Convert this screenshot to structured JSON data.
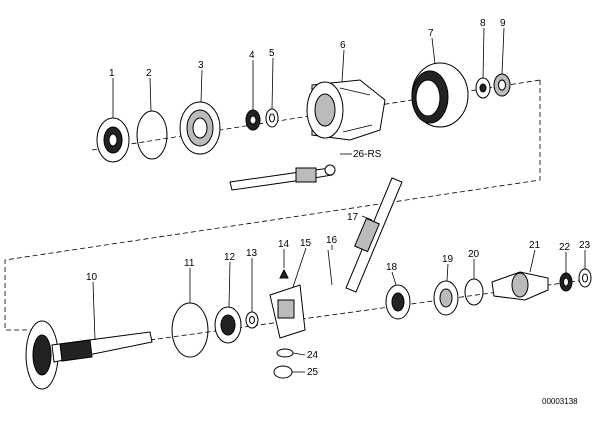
{
  "diagram": {
    "document_id": "00003138",
    "callouts": [
      "1",
      "2",
      "3",
      "4",
      "5",
      "6",
      "7",
      "8",
      "9",
      "10",
      "11",
      "12",
      "13",
      "14",
      "15",
      "16",
      "17",
      "18",
      "19",
      "20",
      "21",
      "22",
      "23",
      "24",
      "25",
      "26-RS"
    ]
  }
}
